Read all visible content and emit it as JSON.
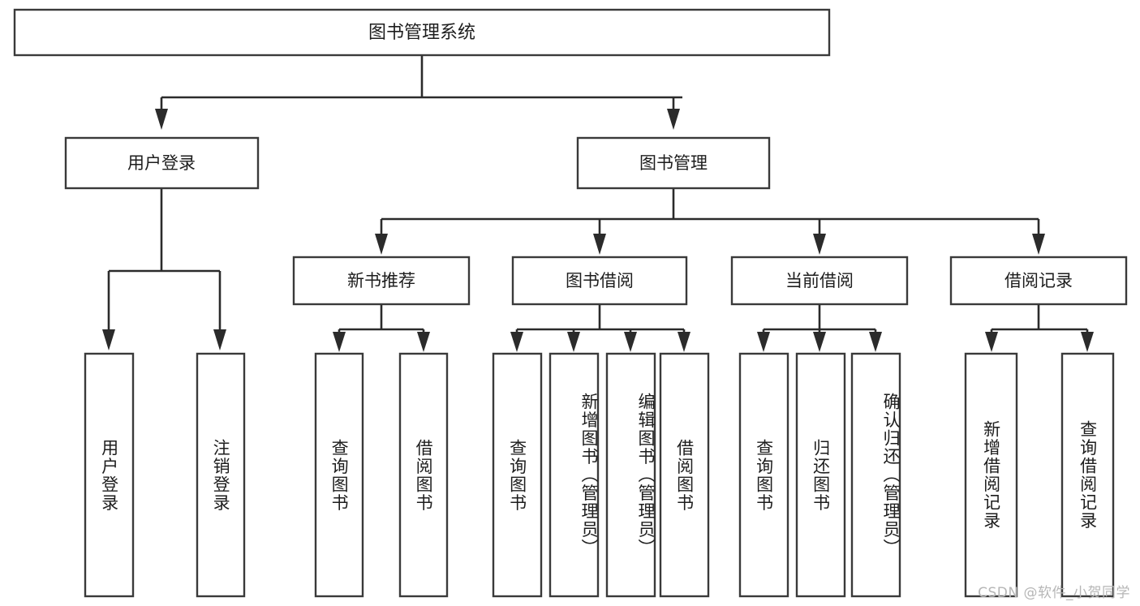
{
  "diagram": {
    "title": "图书管理系统",
    "type": "tree-hierarchy-diagram",
    "colors": {
      "box_fill": "#ffffff",
      "box_stroke": "#3a3a3a",
      "connector": "#2b2b2b",
      "text": "#1d1d1d",
      "background": "#ffffff",
      "watermark": "#b6b6b6"
    },
    "root": {
      "label": "图书管理系统"
    },
    "level2": [
      {
        "label": "用户登录"
      },
      {
        "label": "图书管理"
      }
    ],
    "level3": [
      {
        "label": "新书推荐"
      },
      {
        "label": "图书借阅"
      },
      {
        "label": "当前借阅"
      },
      {
        "label": "借阅记录"
      }
    ],
    "leaves": {
      "user_login": [
        {
          "label": "用户登录"
        },
        {
          "label": "注销登录"
        }
      ],
      "new_book_recommend": [
        {
          "label": "查询图书"
        },
        {
          "label": "借阅图书"
        }
      ],
      "book_borrow": [
        {
          "label": "查询图书"
        },
        {
          "label": "新增图书（管理员）"
        },
        {
          "label": "编辑图书（管理员）"
        },
        {
          "label": "借阅图书"
        }
      ],
      "current_borrow": [
        {
          "label": "查询图书"
        },
        {
          "label": "归还图书"
        },
        {
          "label": "确认归还（管理员）"
        }
      ],
      "borrow_record": [
        {
          "label": "新增借阅记录"
        },
        {
          "label": "查询借阅记录"
        }
      ]
    }
  },
  "watermark": {
    "text": "CSDN @软件_小贺同学"
  }
}
